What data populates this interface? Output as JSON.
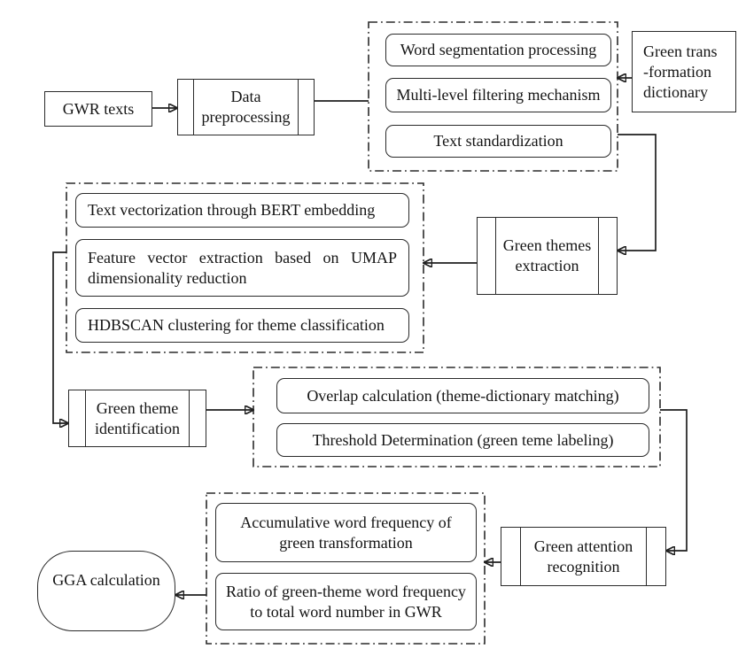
{
  "diagram": {
    "background_color": "#ffffff",
    "line_color": "#1f1f1f",
    "text_color": "#141414",
    "nodes": {
      "gwr_texts": "GWR texts",
      "data_preprocessing": "Data\npreprocessing",
      "green_dictionary": "Green trans\n-formation\ndictionary",
      "word_segmentation": "Word segmentation processing",
      "multilevel_filtering": "Multi-level filtering mechanism",
      "text_standardization": "Text standardization",
      "green_themes_extraction": "Green themes\nextraction",
      "bert_embedding": "Text vectorization through BERT embedding",
      "umap_reduction": "Feature vector extraction based on UMAP dimensionality reduction",
      "hdbscan_clustering": "HDBSCAN clustering for theme classification",
      "green_theme_identification": "Green theme\nidentification",
      "overlap_calculation": "Overlap calculation (theme-dictionary matching)",
      "threshold_determination": "Threshold Determination (green teme labeling)",
      "green_attention_recognition": "Green attention\nrecognition",
      "accumulative_word_frequency": "Accumulative word frequency of\ngreen transformation",
      "ratio_word_frequency": "Ratio of green-theme word frequency\nto total word number in GWR",
      "gga_calculation": "GGA calculation"
    },
    "groups": {
      "preprocessing_group": [
        "word_segmentation",
        "multilevel_filtering",
        "text_standardization"
      ],
      "themes_group": [
        "bert_embedding",
        "umap_reduction",
        "hdbscan_clustering"
      ],
      "identification_group": [
        "overlap_calculation",
        "threshold_determination"
      ],
      "attention_group": [
        "accumulative_word_frequency",
        "ratio_word_frequency"
      ]
    },
    "edges": [
      {
        "from": "gwr_texts",
        "to": "data_preprocessing"
      },
      {
        "from": "data_preprocessing",
        "to": "preprocessing_group"
      },
      {
        "from": "green_dictionary",
        "to": "preprocessing_group"
      },
      {
        "from": "preprocessing_group",
        "to": "green_themes_extraction"
      },
      {
        "from": "green_themes_extraction",
        "to": "themes_group"
      },
      {
        "from": "themes_group",
        "to": "green_theme_identification"
      },
      {
        "from": "green_theme_identification",
        "to": "identification_group"
      },
      {
        "from": "identification_group",
        "to": "green_attention_recognition"
      },
      {
        "from": "green_attention_recognition",
        "to": "attention_group"
      },
      {
        "from": "attention_group",
        "to": "gga_calculation"
      }
    ]
  }
}
